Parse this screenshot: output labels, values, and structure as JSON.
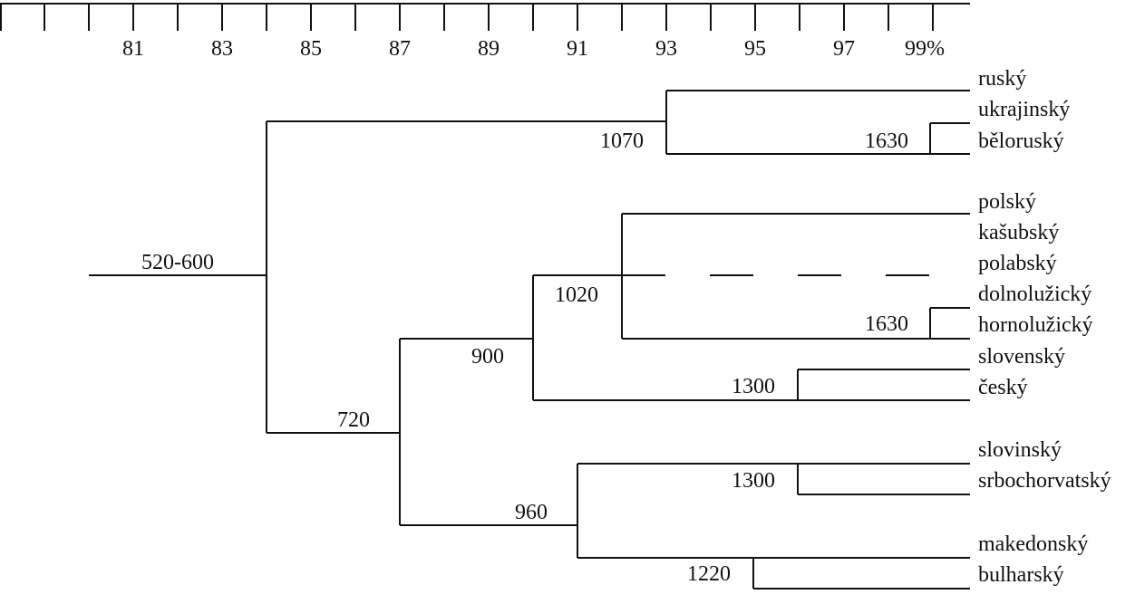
{
  "scale": {
    "tick_labels": [
      "81",
      "83",
      "85",
      "87",
      "89",
      "91",
      "93",
      "95",
      "97",
      "99%"
    ]
  },
  "languages": [
    "ruský",
    "ukrajinský",
    "běloruský",
    "polský",
    "kašubský",
    "polabský",
    "dolnolužický",
    "hornolužický",
    "slovenský",
    "český",
    "slovinský",
    "srbochorvatský",
    "makedonský",
    "bulharský"
  ],
  "node_dates": {
    "root": "520-600",
    "east": "1070",
    "ukr_bel": "1630",
    "south_west": "720",
    "west": "900",
    "lechitic_sorbian": "1020",
    "sorbian": "1630",
    "czech_slovak": "1300",
    "south": "960",
    "slov_srbochorv": "1300",
    "mak_bul": "1220"
  },
  "colors": {
    "line": "#111111",
    "background": "#ffffff"
  }
}
